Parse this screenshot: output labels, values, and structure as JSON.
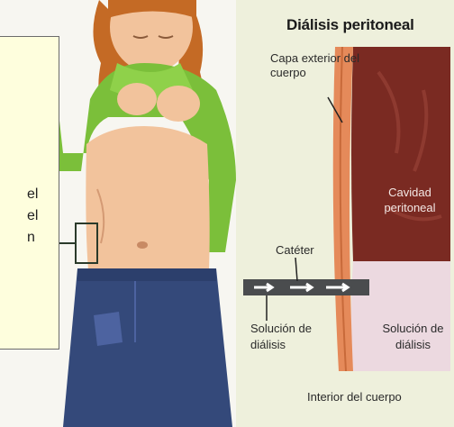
{
  "diagram": {
    "title": "Diálisis peritoneal",
    "outer_layer_label": "Capa exterior del cuerpo",
    "cavity_label": "Cavidad peritoneal",
    "catheter_label": "Catéter",
    "solution_in_label": "Solución de diálisis",
    "solution_out_label": "Solución de diálisis",
    "interior_label": "Interior del cuerpo"
  },
  "callout": {
    "line1_fragment": "el",
    "line2_fragment": "el",
    "line3_fragment": "n"
  },
  "colors": {
    "cavity": "#7a2a22",
    "solution_fluid": "#ecd9e0",
    "outer_wall": "#e58a5a",
    "catheter": "#4a4c4e",
    "shirt": "#7bbf3a",
    "jeans": "#34497a",
    "skin": "#f2c39c",
    "hair": "#c46a25",
    "callout_bg": "#fefedd"
  }
}
